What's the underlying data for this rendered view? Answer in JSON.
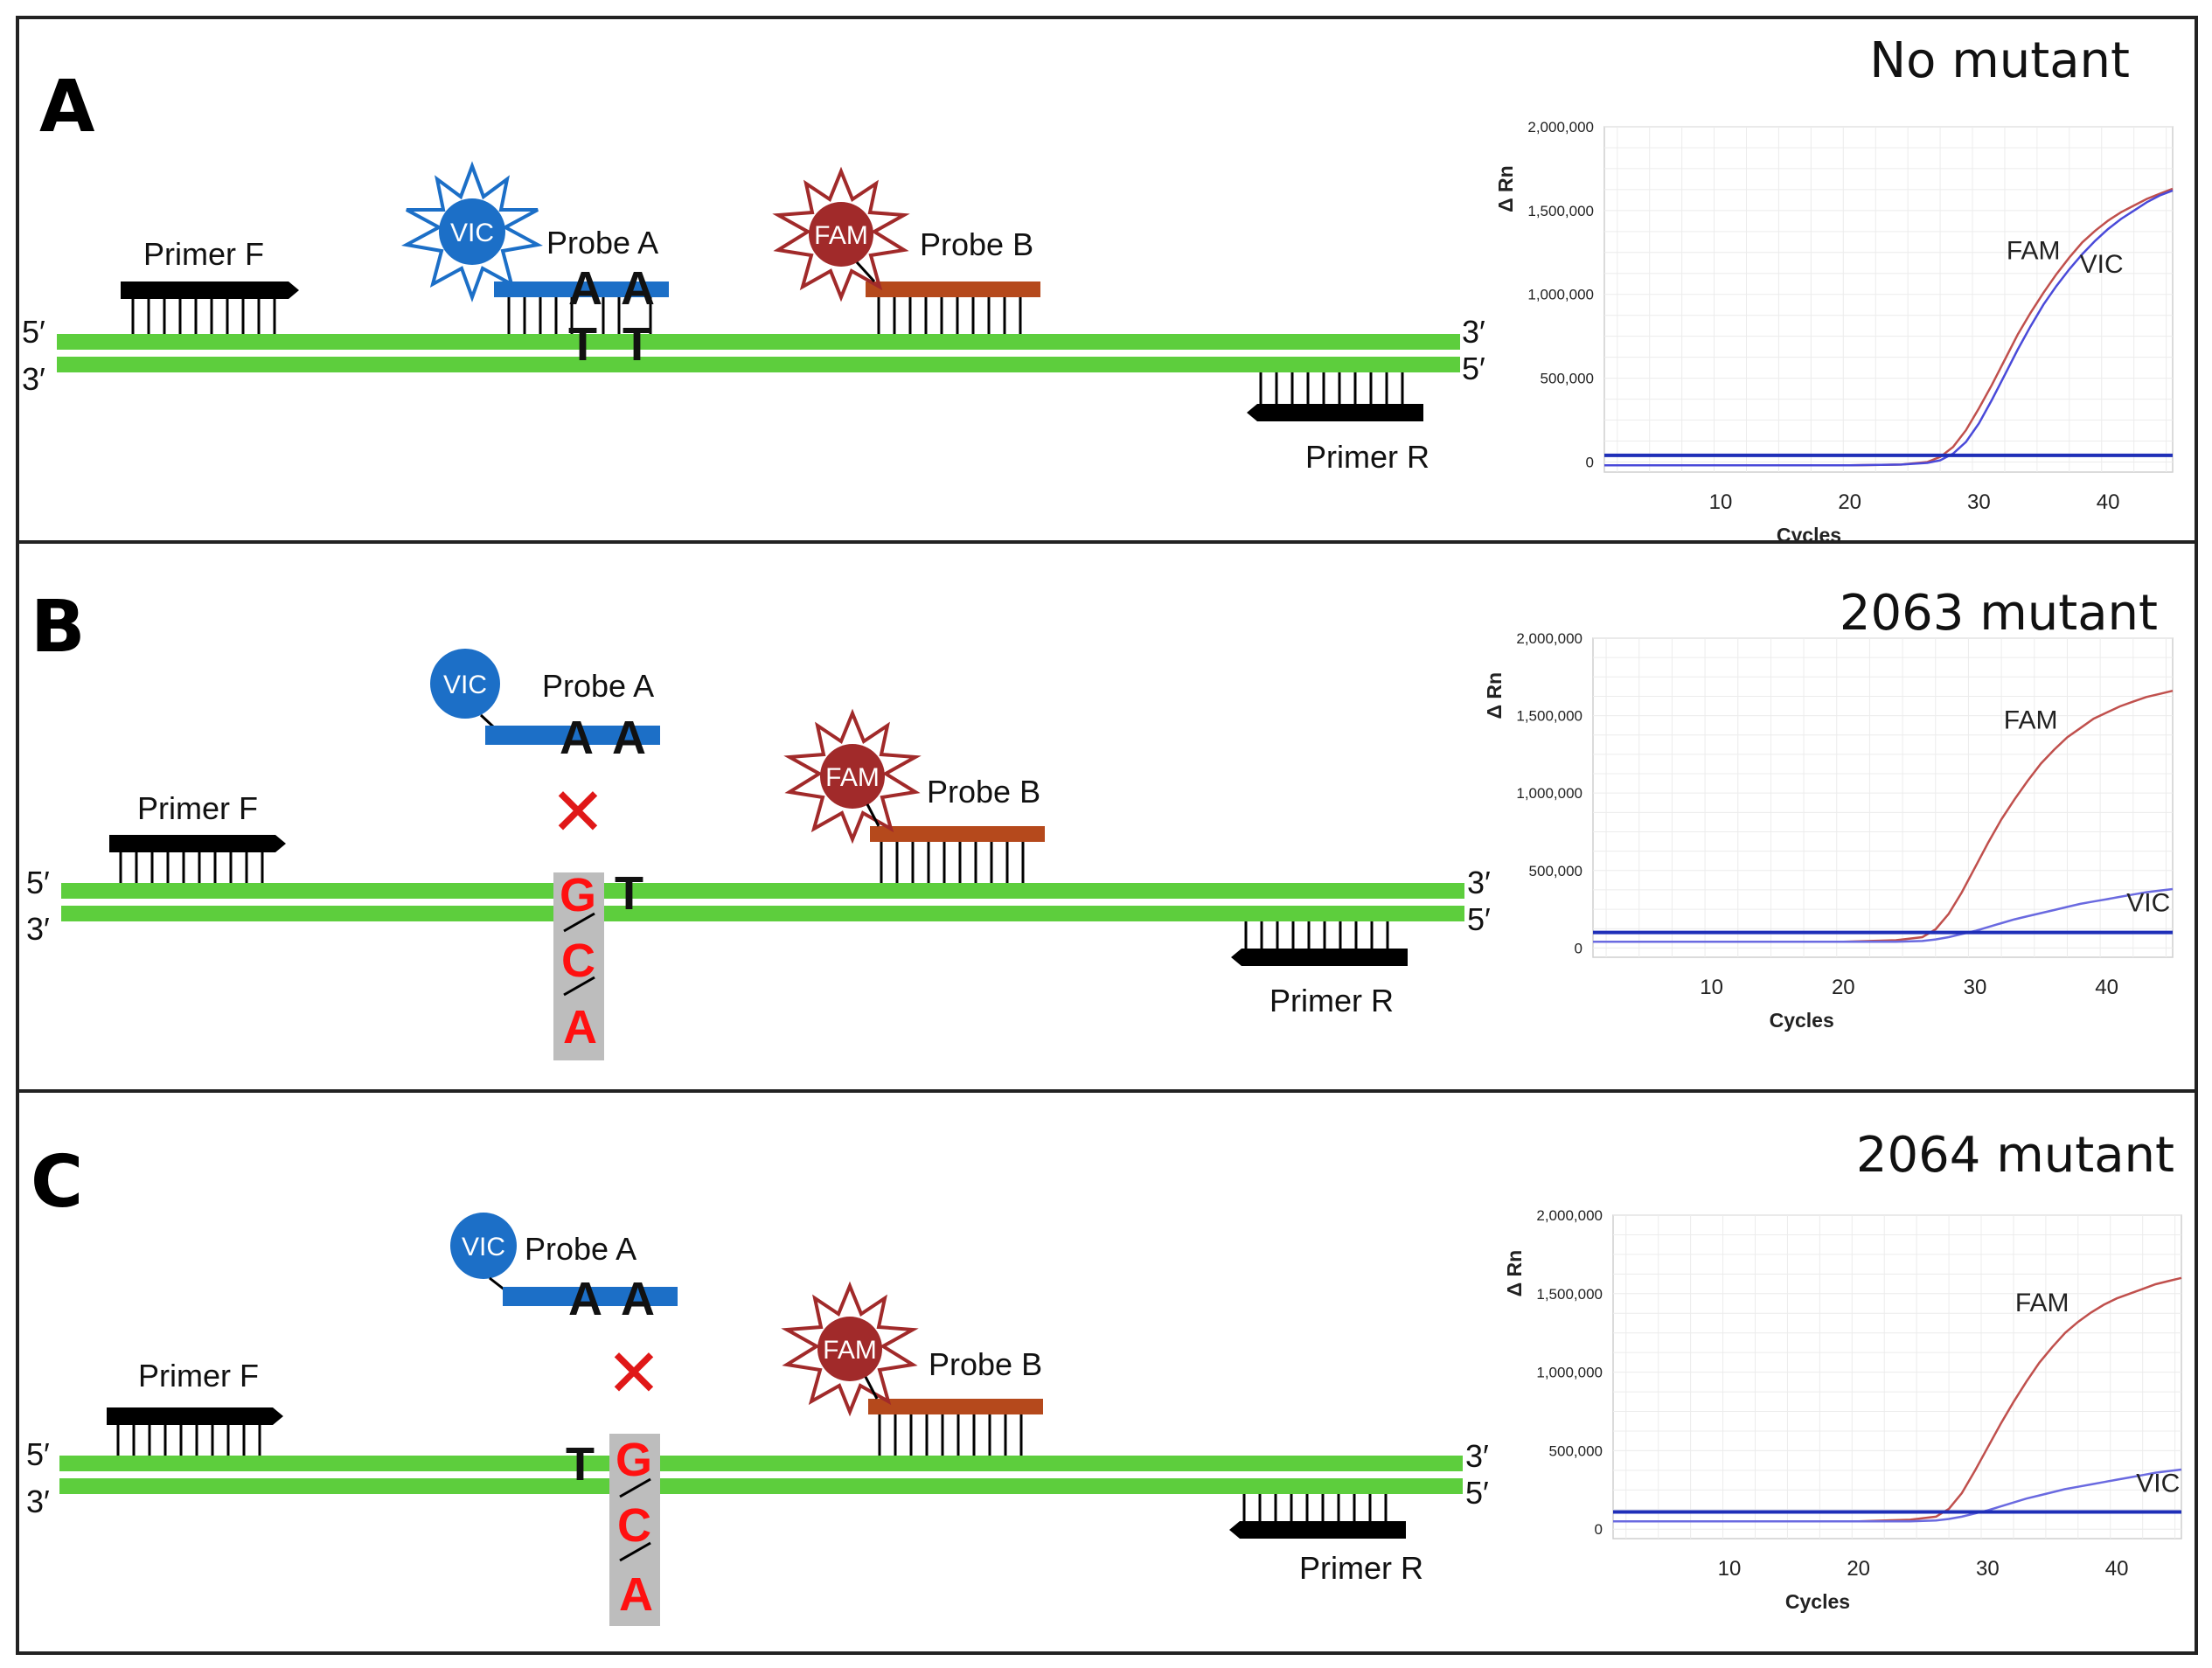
{
  "panels": [
    {
      "letter": "A",
      "condition": "No mutant",
      "probe_a": {
        "dye": "VIC",
        "label": "Probe A",
        "bases": [
          "A",
          "A"
        ],
        "bound": true
      },
      "probe_b": {
        "dye": "FAM",
        "label": "Probe B"
      },
      "primer_f": "Primer F",
      "primer_r": "Primer R",
      "strand_ends": {
        "top_left": "5′",
        "bottom_left": "3′",
        "top_right": "3′",
        "bottom_right": "5′"
      },
      "target_bases": [
        "T",
        "T"
      ],
      "mismatch_mark": "",
      "mutation_bases": []
    },
    {
      "letter": "B",
      "condition": "2063 mutant",
      "probe_a": {
        "dye": "VIC",
        "label": "Probe A",
        "bases": [
          "A",
          "A"
        ],
        "bound": false
      },
      "probe_b": {
        "dye": "FAM",
        "label": "Probe B"
      },
      "primer_f": "Primer F",
      "primer_r": "Primer R",
      "strand_ends": {
        "top_left": "5′",
        "bottom_left": "3′",
        "top_right": "3′",
        "bottom_right": "5′"
      },
      "target_bases": [
        "T"
      ],
      "mismatch_mark": "✕",
      "mutation_bases": [
        "G",
        "C",
        "A"
      ]
    },
    {
      "letter": "C",
      "condition": "2064 mutant",
      "probe_a": {
        "dye": "VIC",
        "label": "Probe A",
        "bases": [
          "A",
          "A"
        ],
        "bound": false
      },
      "probe_b": {
        "dye": "FAM",
        "label": "Probe B"
      },
      "primer_f": "Primer F",
      "primer_r": "Primer R",
      "strand_ends": {
        "top_left": "5′",
        "bottom_left": "3′",
        "top_right": "3′",
        "bottom_right": "5′"
      },
      "target_bases": [
        "T"
      ],
      "mismatch_mark": "✕",
      "mutation_bases": [
        "G",
        "C",
        "A"
      ]
    }
  ],
  "chart_data": [
    {
      "type": "line",
      "xlabel": "Cycles",
      "ylabel": "Δ Rn",
      "xlim": [
        1,
        45
      ],
      "ylim": [
        0,
        2000000
      ],
      "xticks": [
        10,
        20,
        30,
        40
      ],
      "yticks": [
        0,
        500000,
        1000000,
        1500000,
        2000000
      ],
      "ytick_labels": [
        "0",
        "500,000",
        "1,000,000",
        "1,500,000",
        "2,000,000"
      ],
      "grid": true,
      "threshold": 40000,
      "series": [
        {
          "name": "FAM",
          "color": "#c0504d",
          "x": [
            1,
            5,
            10,
            15,
            20,
            24,
            26,
            27,
            28,
            29,
            30,
            31,
            32,
            33,
            34,
            35,
            36,
            37,
            38,
            39,
            40,
            41,
            42,
            43,
            44,
            45
          ],
          "y": [
            -20000,
            -20000,
            -20000,
            -20000,
            -20000,
            -15000,
            0,
            30000,
            90000,
            190000,
            320000,
            460000,
            610000,
            760000,
            890000,
            1010000,
            1120000,
            1220000,
            1310000,
            1380000,
            1440000,
            1490000,
            1530000,
            1570000,
            1600000,
            1630000
          ]
        },
        {
          "name": "VIC",
          "color": "#4a4ad9",
          "x": [
            1,
            5,
            10,
            15,
            20,
            24,
            26,
            27,
            28,
            29,
            30,
            31,
            32,
            33,
            34,
            35,
            36,
            37,
            38,
            39,
            40,
            41,
            42,
            43,
            44,
            45
          ],
          "y": [
            -20000,
            -20000,
            -20000,
            -20000,
            -20000,
            -15000,
            -5000,
            10000,
            50000,
            120000,
            230000,
            370000,
            520000,
            670000,
            810000,
            940000,
            1050000,
            1150000,
            1240000,
            1320000,
            1390000,
            1450000,
            1500000,
            1550000,
            1590000,
            1620000
          ]
        }
      ]
    },
    {
      "type": "line",
      "xlabel": "Cycles",
      "ylabel": "Δ Rn",
      "xlim": [
        1,
        45
      ],
      "ylim": [
        0,
        2000000
      ],
      "xticks": [
        10,
        20,
        30,
        40
      ],
      "yticks": [
        0,
        500000,
        1000000,
        1500000,
        2000000
      ],
      "ytick_labels": [
        "0",
        "500,000",
        "1,000,000",
        "1,500,000",
        "2,000,000"
      ],
      "grid": true,
      "threshold": 100000,
      "series": [
        {
          "name": "FAM",
          "color": "#c0504d",
          "x": [
            1,
            5,
            10,
            15,
            20,
            24,
            26,
            27,
            28,
            29,
            30,
            31,
            32,
            33,
            34,
            35,
            36,
            37,
            38,
            39,
            40,
            41,
            42,
            43,
            44,
            45
          ],
          "y": [
            40000,
            40000,
            40000,
            40000,
            40000,
            50000,
            70000,
            120000,
            220000,
            360000,
            520000,
            680000,
            830000,
            960000,
            1080000,
            1190000,
            1280000,
            1360000,
            1420000,
            1480000,
            1520000,
            1560000,
            1590000,
            1620000,
            1640000,
            1660000
          ]
        },
        {
          "name": "VIC",
          "color": "#6a6ae0",
          "x": [
            1,
            5,
            10,
            15,
            20,
            24,
            26,
            27,
            28,
            29,
            30,
            31,
            32,
            33,
            34,
            35,
            36,
            37,
            38,
            39,
            40,
            41,
            42,
            43,
            44,
            45
          ],
          "y": [
            40000,
            40000,
            40000,
            40000,
            40000,
            40000,
            45000,
            55000,
            70000,
            90000,
            110000,
            135000,
            160000,
            185000,
            205000,
            225000,
            245000,
            265000,
            285000,
            300000,
            315000,
            330000,
            345000,
            360000,
            370000,
            380000
          ]
        }
      ]
    },
    {
      "type": "line",
      "xlabel": "Cycles",
      "ylabel": "Δ Rn",
      "xlim": [
        1,
        45
      ],
      "ylim": [
        0,
        2000000
      ],
      "xticks": [
        10,
        20,
        30,
        40
      ],
      "yticks": [
        0,
        500000,
        1000000,
        1500000,
        2000000
      ],
      "ytick_labels": [
        "0",
        "500,000",
        "1,000,000",
        "1,500,000",
        "2,000,000"
      ],
      "grid": true,
      "threshold": 110000,
      "series": [
        {
          "name": "FAM",
          "color": "#c0504d",
          "x": [
            1,
            5,
            10,
            15,
            20,
            24,
            26,
            27,
            28,
            29,
            30,
            31,
            32,
            33,
            34,
            35,
            36,
            37,
            38,
            39,
            40,
            41,
            42,
            43,
            44,
            45
          ],
          "y": [
            50000,
            50000,
            50000,
            50000,
            50000,
            60000,
            80000,
            130000,
            230000,
            370000,
            520000,
            670000,
            810000,
            940000,
            1060000,
            1160000,
            1250000,
            1320000,
            1380000,
            1430000,
            1470000,
            1500000,
            1530000,
            1560000,
            1580000,
            1600000
          ]
        },
        {
          "name": "VIC",
          "color": "#6a6ae0",
          "x": [
            1,
            5,
            10,
            15,
            20,
            24,
            26,
            27,
            28,
            29,
            30,
            31,
            32,
            33,
            34,
            35,
            36,
            37,
            38,
            39,
            40,
            41,
            42,
            43,
            44,
            45
          ],
          "y": [
            50000,
            50000,
            50000,
            50000,
            50000,
            50000,
            55000,
            65000,
            80000,
            100000,
            120000,
            145000,
            170000,
            195000,
            215000,
            235000,
            255000,
            270000,
            285000,
            300000,
            315000,
            330000,
            345000,
            360000,
            370000,
            380000
          ]
        }
      ]
    }
  ]
}
